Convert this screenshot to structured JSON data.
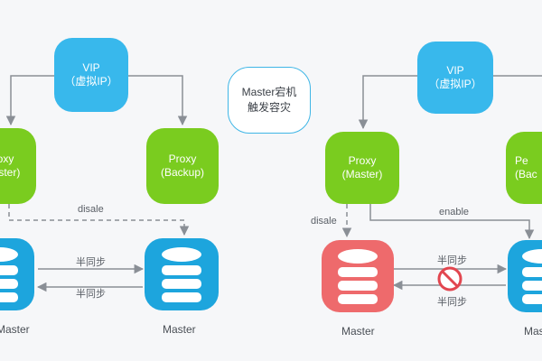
{
  "colors": {
    "vip": "#38b8ec",
    "proxy": "#7acc1f",
    "db_blue": "#1da5dd",
    "db_red": "#ee6a6c",
    "line": "#8a8f96",
    "forbidden": "#e2464f"
  },
  "left": {
    "vip": {
      "line1": "VIP",
      "line2": "（虚拟IP）"
    },
    "proxy_master": {
      "line1": "Proxy",
      "line2": "(Master)"
    },
    "proxy_backup": {
      "line1": "Proxy",
      "line2": "(Backup)"
    },
    "disable_label": "disale",
    "sync_top": "半同步",
    "sync_bottom": "半同步",
    "db_left_label": "Master",
    "db_right_label": "Master"
  },
  "center_note": {
    "line1": "Master宕机",
    "line2": "触发容灾"
  },
  "right": {
    "vip": {
      "line1": "VIP",
      "line2": "（虚拟IP）"
    },
    "proxy_master": {
      "line1": "Proxy",
      "line2": "(Master)"
    },
    "proxy_backup": {
      "line1": "Pe",
      "line2": "(Bac"
    },
    "disable_label": "disale",
    "enable_label": "enable",
    "sync_top": "半同步",
    "sync_bottom": "半同步",
    "db_left_label": "Master",
    "db_right_label": "Master"
  }
}
